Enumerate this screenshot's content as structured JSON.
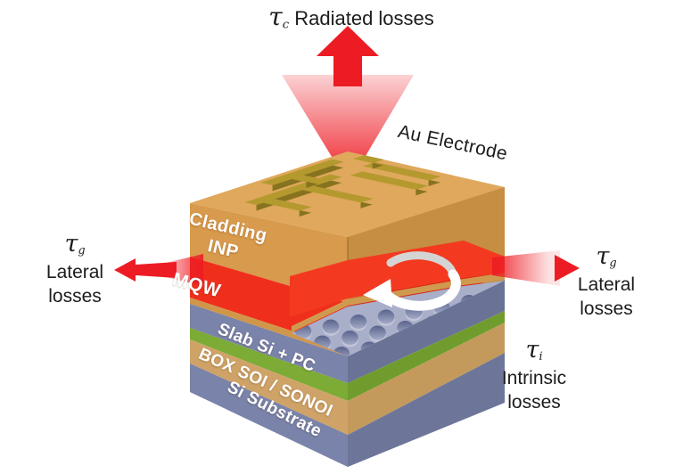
{
  "diagram": {
    "losses": {
      "radiated": {
        "symbol": "τ",
        "subscript": "c",
        "text": "Radiated losses"
      },
      "lateral_left": {
        "symbol": "τ",
        "subscript": "g",
        "line1": "Lateral",
        "line2": "losses"
      },
      "lateral_right": {
        "symbol": "τ",
        "subscript": "g",
        "line1": "Lateral",
        "line2": "losses"
      },
      "intrinsic": {
        "symbol": "τ",
        "subscript": "i",
        "line1": "Intrinsic",
        "line2": "losses"
      }
    },
    "electrode_label": "Au Electrode",
    "layers": {
      "cladding_line1": "Cladding",
      "cladding_line2": "INP",
      "mqw": "MQW",
      "slab": "Slab Si + PC",
      "box": "BOX SOI / SONOI",
      "substrate": "Si Substrate"
    },
    "colors": {
      "arrow_red": "#ed1c24",
      "mqw_red": "#ef2f1c",
      "cladding_tan": "#d89a4c",
      "gold_electrode": "#b49a2e",
      "slab_slate": "#7a83a9",
      "oxide_green": "#7cab36",
      "box_tan": "#cfa367",
      "substrate_slate": "#7a83a9"
    }
  }
}
